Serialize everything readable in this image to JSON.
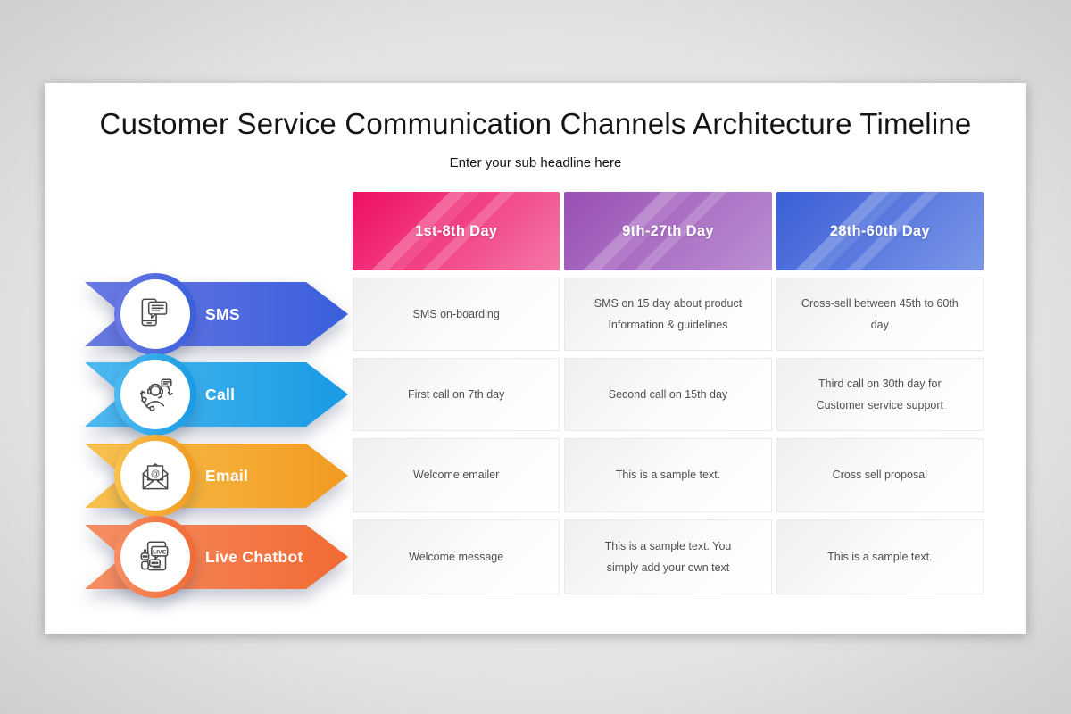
{
  "page": {
    "title": "Customer Service Communication Channels Architecture Timeline",
    "subtitle": "Enter your sub headline here"
  },
  "columns": [
    {
      "label": "1st-8th Day"
    },
    {
      "label": "9th-27th Day"
    },
    {
      "label": "28th-60th Day"
    }
  ],
  "channels": [
    {
      "label": "SMS",
      "icon": "sms-phone-icon",
      "cells": [
        "SMS on-boarding",
        "SMS on 15 day about product Information & guidelines",
        "Cross-sell between 45th to 60th day"
      ]
    },
    {
      "label": "Call",
      "icon": "call-agent-icon",
      "cells": [
        "First call on 7th day",
        "Second call on 15th day",
        "Third call on 30th day for Customer service support"
      ]
    },
    {
      "label": "Email",
      "icon": "email-envelope-icon",
      "icon_text": "@",
      "cells": [
        "Welcome emailer",
        "This is a sample text.",
        "Cross sell proposal"
      ]
    },
    {
      "label": "Live Chatbot",
      "icon": "live-chatbot-icon",
      "icon_text": "LIVE",
      "cells": [
        "Welcome message",
        "This is a sample text. You simply add your own text",
        "This is a sample text."
      ]
    }
  ],
  "colors": {
    "background": "#e7e6e7",
    "card": "#ffffff",
    "header_pink_from": "#ee0e62",
    "header_pink_to": "#f478a8",
    "header_purple_from": "#9a4fb5",
    "header_purple_to": "#bb8fd2",
    "header_blue_from": "#3a5ed7",
    "header_blue_to": "#7b97e8",
    "sms_from": "#6a79e2",
    "sms_to": "#3a5fdc",
    "call_from": "#4db9f0",
    "call_to": "#189ae4",
    "email_from": "#f7c14f",
    "email_to": "#f29a20",
    "chatbot_from": "#f68e63",
    "chatbot_to": "#f16a34",
    "cell_text": "#4f4f4f"
  }
}
